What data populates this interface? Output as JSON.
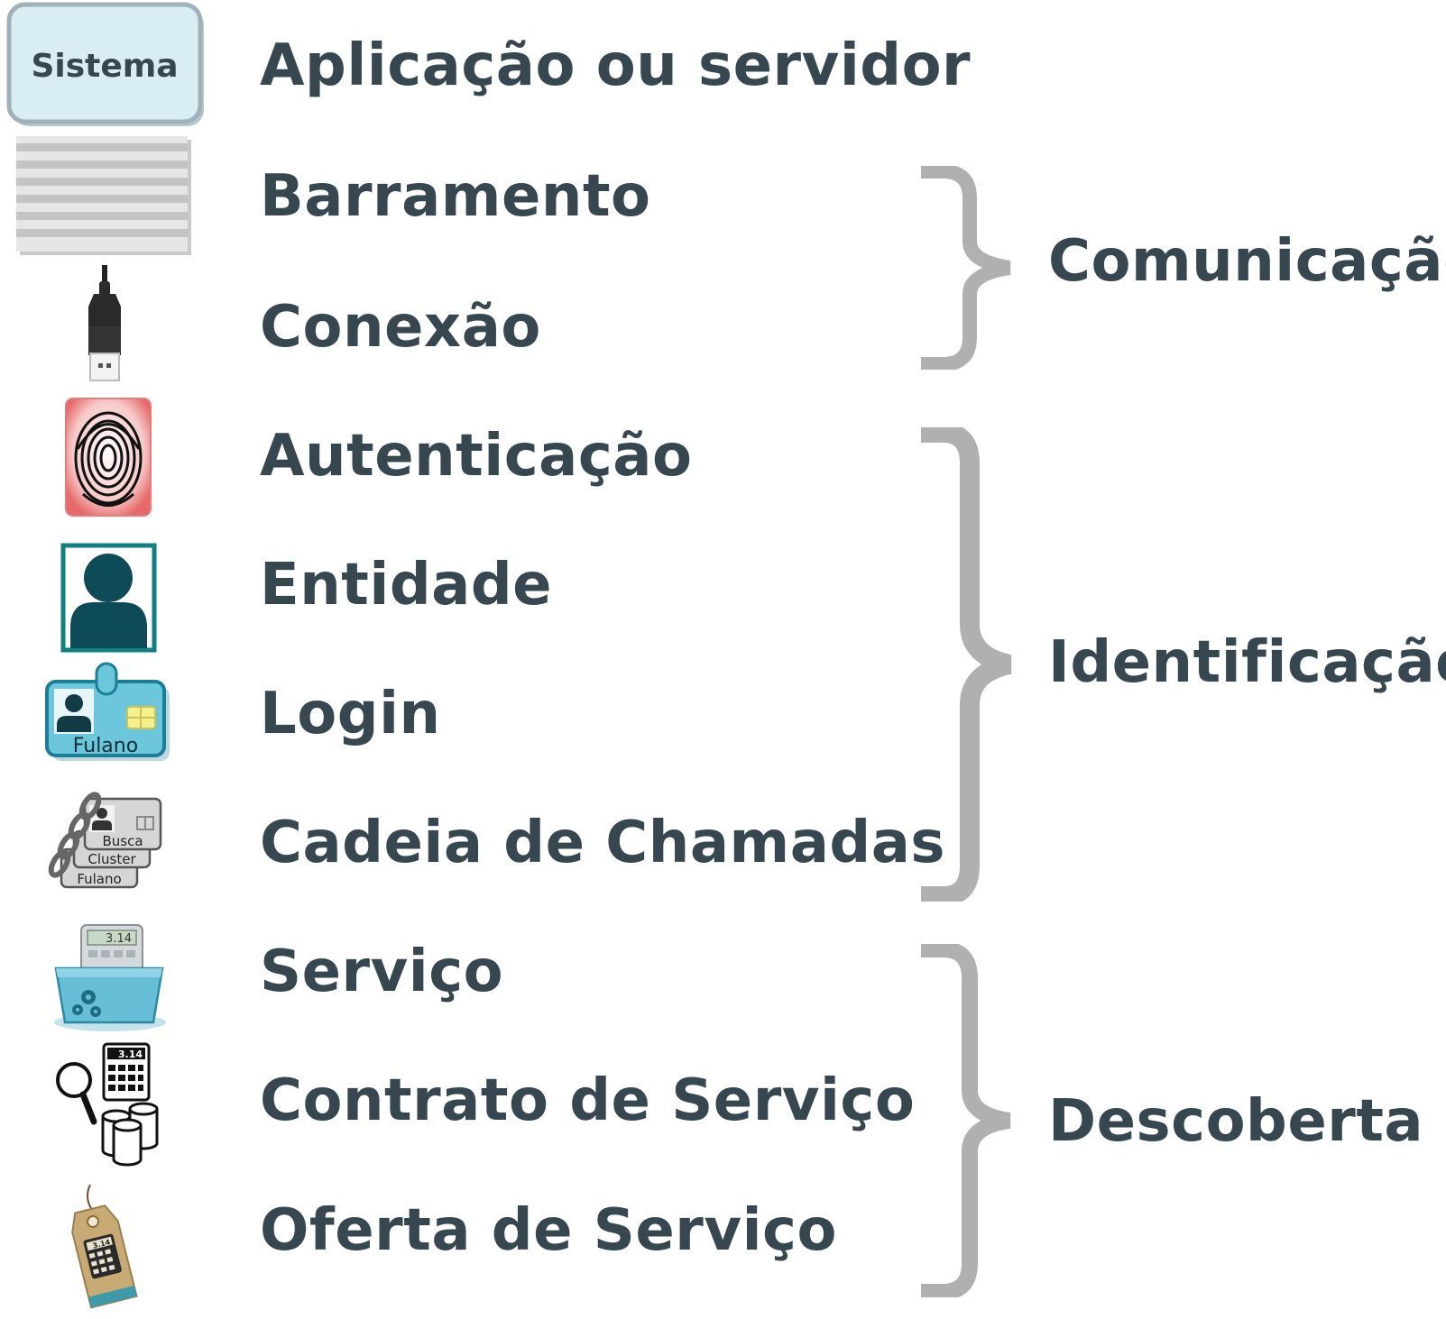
{
  "rows": [
    {
      "label": "Aplicação ou servidor",
      "icon": "system-box-icon",
      "icon_text": "Sistema"
    },
    {
      "label": "Barramento",
      "icon": "bus-stripes-icon"
    },
    {
      "label": "Conexão",
      "icon": "usb-plug-icon"
    },
    {
      "label": "Autenticação",
      "icon": "fingerprint-icon"
    },
    {
      "label": "Entidade",
      "icon": "person-portrait-icon"
    },
    {
      "label": "Login",
      "icon": "id-badge-icon",
      "icon_text": "Fulano"
    },
    {
      "label": "Cadeia de Chamadas",
      "icon": "chained-badges-icon",
      "icon_texts": [
        "Busca",
        "Cluster",
        "Fulano"
      ]
    },
    {
      "label": "Serviço",
      "icon": "calculator-basket-icon",
      "icon_text": "3.14"
    },
    {
      "label": "Contrato de Serviço",
      "icon": "search-calculator-database-icon",
      "icon_text": "3.14"
    },
    {
      "label": "Oferta de Serviço",
      "icon": "price-tag-calculator-icon",
      "icon_text": "3.14"
    }
  ],
  "groups": [
    {
      "label": "Comunicação",
      "rows": [
        "Barramento",
        "Conexão"
      ]
    },
    {
      "label": "Identificação",
      "rows": [
        "Autenticação",
        "Entidade",
        "Login",
        "Cadeia de Chamadas"
      ]
    },
    {
      "label": "Descoberta",
      "rows": [
        "Serviço",
        "Contrato de Serviço",
        "Oferta de Serviço"
      ]
    }
  ],
  "colors": {
    "text": "#37474f",
    "brace": "#b0b0b0",
    "accent_teal": "#0f7f82",
    "accent_dark_teal": "#0d4b58",
    "system_fill": "#d8eef3"
  }
}
